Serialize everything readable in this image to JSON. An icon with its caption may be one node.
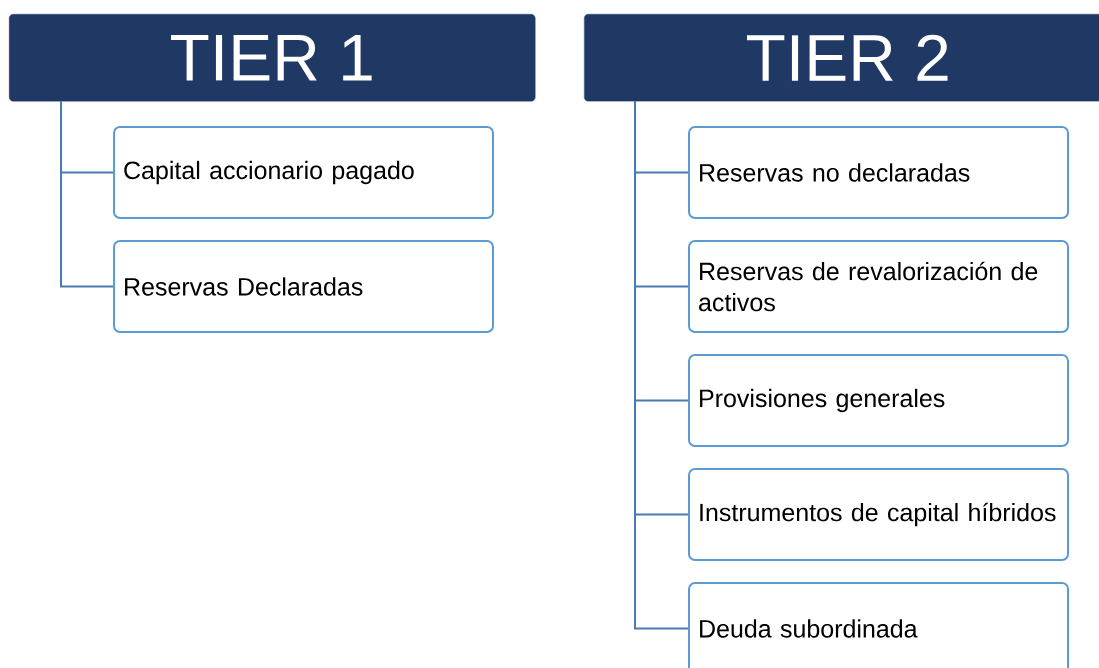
{
  "diagram": {
    "nodes": [
      {
        "text": [
          "TIER 1"
        ]
      },
      {
        "text": [
          "Capital accionario pagado"
        ]
      },
      {
        "text": [
          "Reservas Declaradas"
        ]
      },
      {
        "text": [
          "TIER 2"
        ]
      },
      {
        "text": [
          "Reservas no declaradas"
        ]
      },
      {
        "text": [
          "Reservas de revalorización de activos"
        ]
      },
      {
        "text": [
          "Provisiones generales"
        ]
      },
      {
        "text": [
          "Instrumentos de capital híbridos"
        ]
      },
      {
        "text": [
          "Deuda subordinada"
        ]
      }
    ],
    "edges": [
      {
        "from": 0,
        "to": 1,
        "arrow": "none"
      },
      {
        "from": 0,
        "to": 2,
        "arrow": "none"
      },
      {
        "from": 3,
        "to": 4,
        "arrow": "none"
      },
      {
        "from": 3,
        "to": 5,
        "arrow": "none"
      },
      {
        "from": 3,
        "to": 6,
        "arrow": "none"
      },
      {
        "from": 3,
        "to": 7,
        "arrow": "none"
      },
      {
        "from": 3,
        "to": 8,
        "arrow": "none"
      }
    ]
  }
}
